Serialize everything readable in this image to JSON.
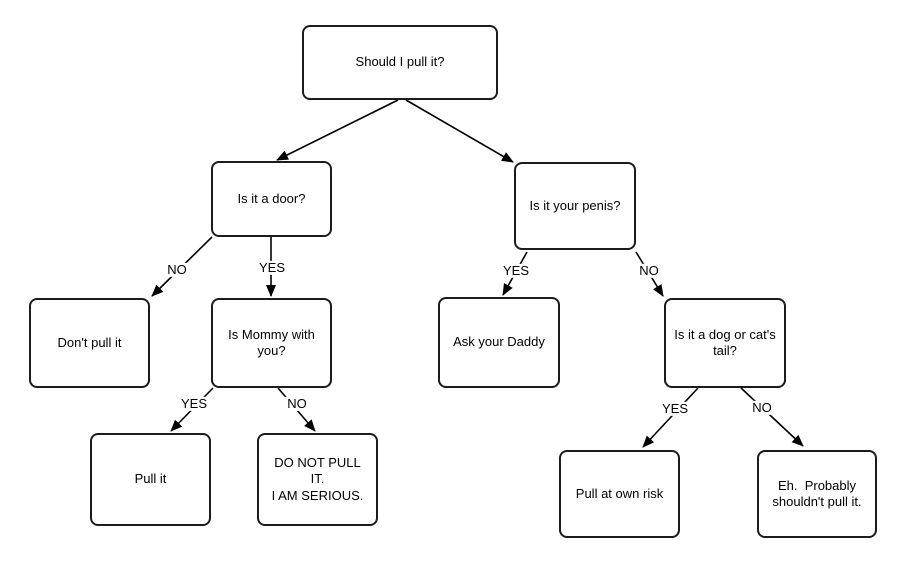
{
  "diagram": {
    "type": "decision-flowchart",
    "root_question": "Should I pull it?"
  },
  "nodes": {
    "root": {
      "label": "Should I pull it?"
    },
    "door": {
      "label": "Is it a door?"
    },
    "penis": {
      "label": "Is it your penis?"
    },
    "dont_pull": {
      "label": "Don't pull it"
    },
    "mommy": {
      "label": "Is Mommy with\nyou?"
    },
    "ask_daddy": {
      "label": "Ask your Daddy"
    },
    "dog_tail": {
      "label": "Is it a dog or cat's\ntail?"
    },
    "pull_it": {
      "label": "Pull it"
    },
    "do_not_pull": {
      "label": "DO NOT PULL IT.\nI AM SERIOUS."
    },
    "pull_risk": {
      "label": "Pull at own risk"
    },
    "eh": {
      "label": "Eh.  Probably\nshouldn't pull it."
    }
  },
  "edge_labels": {
    "door_no": "NO",
    "door_yes": "YES",
    "mommy_yes": "YES",
    "mommy_no": "NO",
    "penis_yes": "YES",
    "penis_no": "NO",
    "dog_yes": "YES",
    "dog_no": "NO"
  },
  "colors": {
    "node_border": "#1c1c1c",
    "connector": "#000000",
    "background": "#ffffff",
    "text": "#000000"
  }
}
